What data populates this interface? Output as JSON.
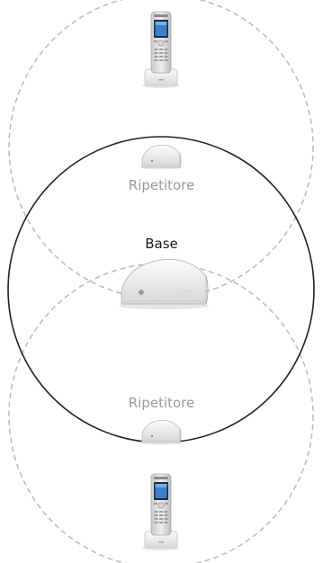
{
  "labels": {
    "repeater_top": "Ripetitore",
    "base": "Base",
    "repeater_bottom": "Ripetitore"
  },
  "icons": {
    "handset": "cordless-handset-in-cradle-icon",
    "repeater": "repeater-unit-icon",
    "base": "base-station-icon"
  },
  "colors": {
    "dashed_circle": "#b7b7b7",
    "solid_circle": "#222222",
    "repeater_label": "#9a9a9a",
    "base_label": "#1a1a1a"
  }
}
